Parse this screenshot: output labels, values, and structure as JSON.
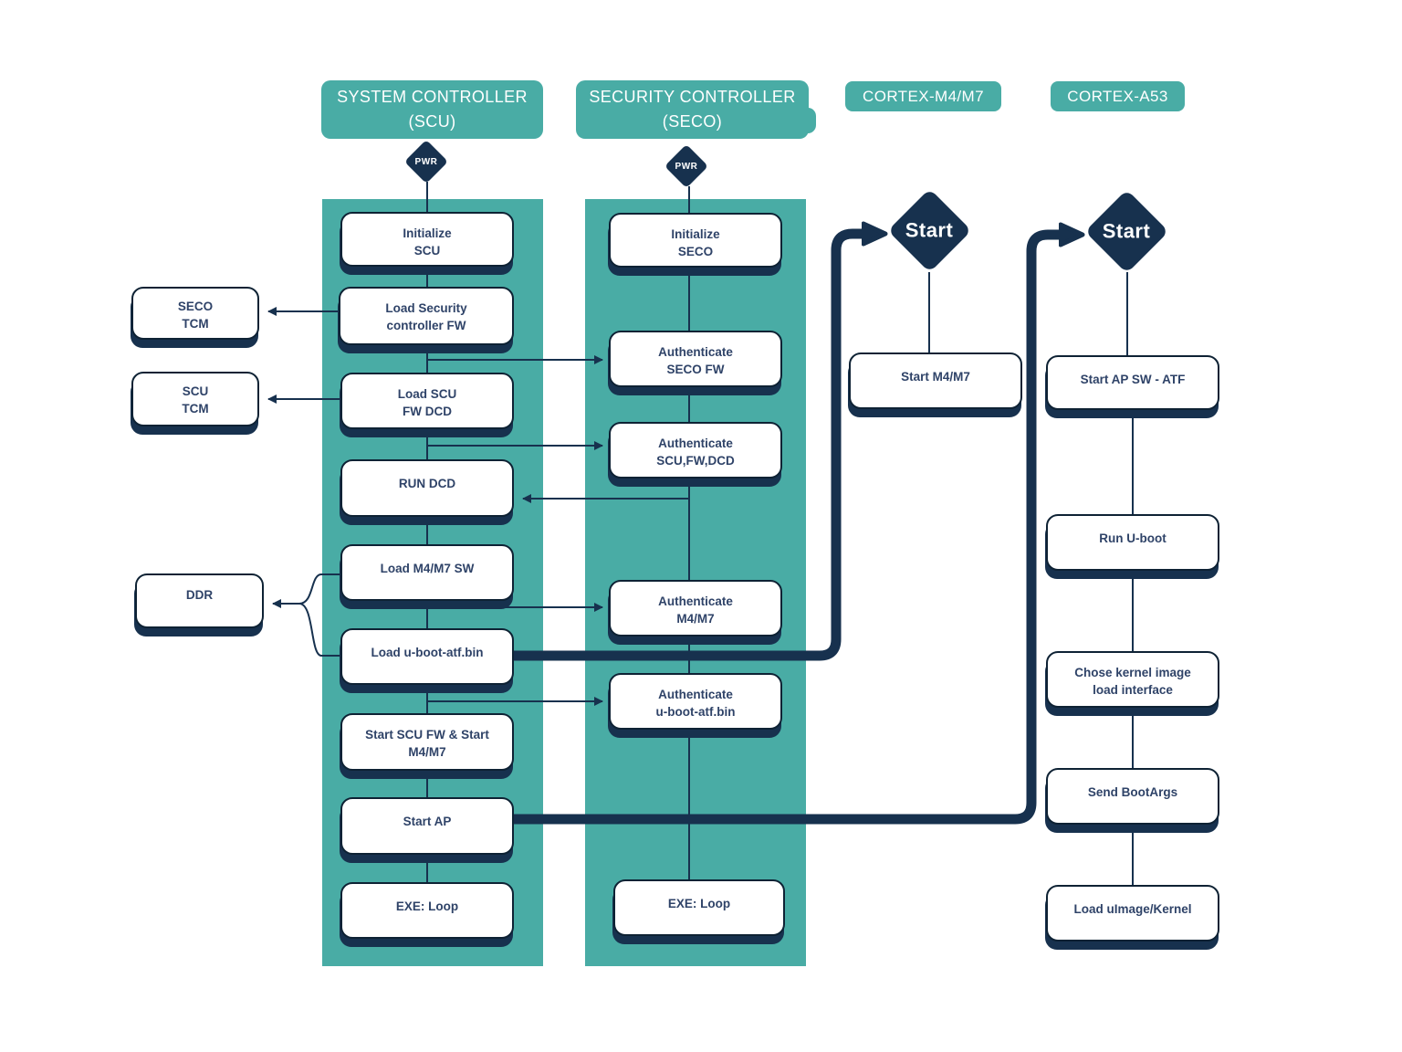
{
  "colors": {
    "teal": "#49ACA5",
    "navy": "#17314E",
    "box_border": "#0E2234",
    "box_text": "#2F4368",
    "background": "#FFFFFF"
  },
  "columns": {
    "scu": {
      "header_line1": "SYSTEM CONTROLLER",
      "header_line2": "(SCU)",
      "pwr_label": "PWR",
      "steps": {
        "initialize": {
          "l1": "Initialize",
          "l2": "SCU"
        },
        "load_seco_fw": {
          "l1": "Load  Security",
          "l2": "controller FW"
        },
        "load_scu_fw_dcd": {
          "l1": "Load  SCU",
          "l2": "FW DCD"
        },
        "run_dcd": {
          "l1": "RUN DCD"
        },
        "load_m4_sw": {
          "l1": "Load M4/M7  SW"
        },
        "load_uboot": {
          "l1": "Load u-boot-atf.bin"
        },
        "start_scu_fw": {
          "l1": "Start SCU FW & Start",
          "l2": "M4/M7"
        },
        "start_ap": {
          "l1": "Start AP"
        },
        "exe_loop": {
          "l1": "EXE: Loop"
        }
      }
    },
    "seco": {
      "header_line1": "SECURITY CONTROLLER",
      "header_line2": "(SECO)",
      "pwr_label": "PWR",
      "steps": {
        "initialize": {
          "l1": "Initialize",
          "l2": "SECO"
        },
        "auth_seco_fw": {
          "l1": "Authenticate",
          "l2": "SECO FW"
        },
        "auth_scu_fw_dcd": {
          "l1": "Authenticate",
          "l2": "SCU,FW,DCD"
        },
        "auth_m4": {
          "l1": "Authenticate",
          "l2": "M4/M7"
        },
        "auth_uboot": {
          "l1": "Authenticate",
          "l2": "u-boot-atf.bin"
        },
        "exe_loop": {
          "l1": "EXE: Loop"
        }
      }
    },
    "m4": {
      "header_line1": "CORTEX-M4/M7",
      "start_label": "Start",
      "steps": {
        "start_m4": {
          "l1": "Start M4/M7"
        }
      }
    },
    "a53": {
      "header_line1": "CORTEX-A53",
      "start_label": "Start",
      "steps": {
        "start_ap_sw": {
          "l1": "Start AP SW - ATF"
        },
        "run_uboot": {
          "l1": "Run U-boot"
        },
        "chose_kernel": {
          "l1": "Chose kernel image",
          "l2": "load interface"
        },
        "send_bootargs": {
          "l1": "Send BootArgs"
        },
        "load_uimage": {
          "l1": "Load uImage/Kernel"
        }
      }
    }
  },
  "side": {
    "seco_tcm": {
      "l1": "SECO",
      "l2": "TCM"
    },
    "scu_tcm": {
      "l1": "SCU",
      "l2": "TCM"
    },
    "ddr": {
      "l1": "DDR"
    }
  }
}
